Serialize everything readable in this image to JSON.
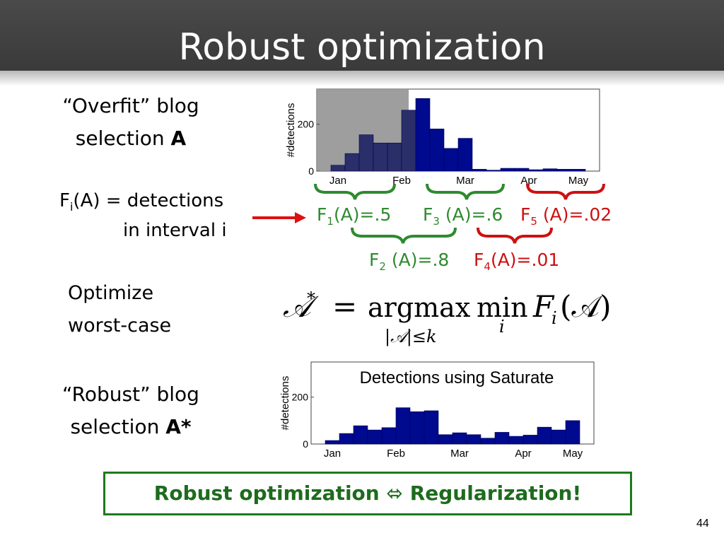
{
  "slide": {
    "title": "Robust optimization",
    "page_number": "44",
    "overfit": {
      "line1": "“Overfit” blog",
      "line2": "selection ",
      "bold": "A"
    },
    "fi_def": {
      "prefix": "F",
      "sub": "i",
      "rest": "(A) = detections",
      "line2": "in interval i"
    },
    "labels": {
      "f1": {
        "f": "F",
        "sub": "1",
        "rest": "(A)=.5"
      },
      "f2": {
        "f": "F",
        "sub": "2",
        "rest": " (A)=.8"
      },
      "f3": {
        "f": "F",
        "sub": "3",
        "rest": " (A)=.6"
      },
      "f4": {
        "f": "F",
        "sub": "4",
        "rest": "(A)=.01"
      },
      "f5": {
        "f": "F",
        "sub": "5",
        "rest": " (A)=.02"
      }
    },
    "optimize": {
      "line1": "Optimize",
      "line2": "worst-case"
    },
    "formula": {
      "lhs": "𝒜",
      "star": "*",
      "eq": "=",
      "argmax": "argmax",
      "min": "min",
      "fi": "F",
      "i": "i",
      "arg": "(𝒜)",
      "sub_argmax": "|𝒜|≤k",
      "sub_min": "i"
    },
    "robust": {
      "line1": "“Robust” blog",
      "line2": "selection ",
      "bold": "A*"
    },
    "bottom_box": {
      "left": "Robust optimization",
      "symbol": "⬄",
      "right": "Regularization!"
    }
  },
  "colors": {
    "title_bg": "#424242",
    "bar": "#000a8f",
    "green": "#2f8a2f",
    "red": "#cc1111",
    "box_border": "#1e7a1e"
  },
  "chart_data": [
    {
      "type": "bar",
      "ylabel": "#detections",
      "xtick_labels": [
        "Jan",
        "Feb",
        "Mar",
        "Apr",
        "May"
      ],
      "yticks": [
        0,
        200
      ],
      "ylim": [
        0,
        350
      ],
      "values": [
        25,
        75,
        155,
        120,
        120,
        260,
        310,
        180,
        97,
        140,
        8,
        4,
        12,
        12,
        6,
        10,
        8,
        8
      ],
      "highlight_bins": 6
    },
    {
      "type": "bar",
      "title": "Detections using Saturate",
      "ylabel": "#detections",
      "xtick_labels": [
        "Jan",
        "Feb",
        "Mar",
        "Apr",
        "May"
      ],
      "yticks": [
        0,
        200
      ],
      "ylim": [
        0,
        350
      ],
      "values": [
        15,
        45,
        78,
        60,
        70,
        155,
        138,
        142,
        40,
        48,
        40,
        25,
        50,
        33,
        38,
        72,
        60,
        100
      ]
    }
  ]
}
